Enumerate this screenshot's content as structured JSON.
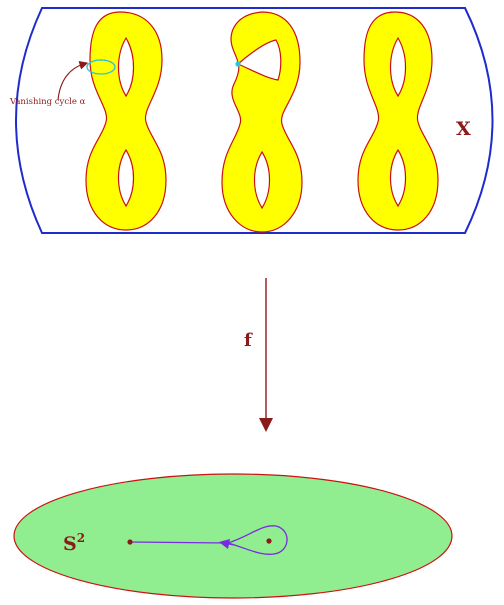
{
  "labels": {
    "total_space": "X",
    "map": "f",
    "base": "S",
    "base_exponent": "2",
    "vanishing_cycle": "Vanishing cycle α"
  },
  "colors": {
    "box_outline": "#1f2ccc",
    "surface_fill": "#ffff00",
    "surface_outline": "#cc1111",
    "label_color": "#8b1a1a",
    "cycle_color": "#29c4d9",
    "sphere_fill": "#90ee90",
    "sphere_outline": "#cc1111",
    "path_color": "#7a2be2",
    "point_color": "#8b1a1a"
  }
}
